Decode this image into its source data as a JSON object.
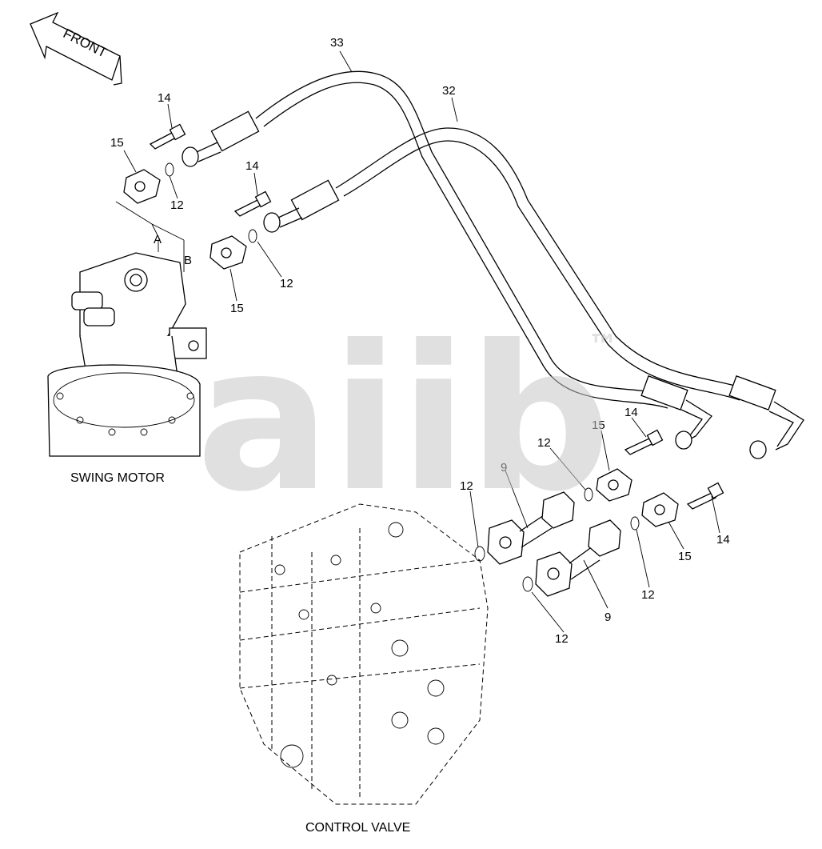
{
  "direction_arrow": {
    "label": "FRONT"
  },
  "captions": {
    "swing_motor": "SWING MOTOR",
    "control_valve": "CONTROL VALVE"
  },
  "port_labels": {
    "a": "A",
    "b": "B"
  },
  "watermark": {
    "text": "aiib",
    "tm": "™",
    "color": "#c8c8c8"
  },
  "callouts": [
    {
      "id": "c33",
      "text": "33"
    },
    {
      "id": "c32",
      "text": "32"
    },
    {
      "id": "c14a",
      "text": "14"
    },
    {
      "id": "c15a",
      "text": "15"
    },
    {
      "id": "c12a",
      "text": "12"
    },
    {
      "id": "c14b",
      "text": "14"
    },
    {
      "id": "c12b",
      "text": "12"
    },
    {
      "id": "c15b",
      "text": "15"
    },
    {
      "id": "c14c",
      "text": "14"
    },
    {
      "id": "c15c",
      "text": "15"
    },
    {
      "id": "c12c",
      "text": "12"
    },
    {
      "id": "c9a",
      "text": "9"
    },
    {
      "id": "c12d",
      "text": "12"
    },
    {
      "id": "c14d",
      "text": "14"
    },
    {
      "id": "c15d",
      "text": "15"
    },
    {
      "id": "c12e",
      "text": "12"
    },
    {
      "id": "c9b",
      "text": "9"
    },
    {
      "id": "c12f",
      "text": "12"
    }
  ]
}
